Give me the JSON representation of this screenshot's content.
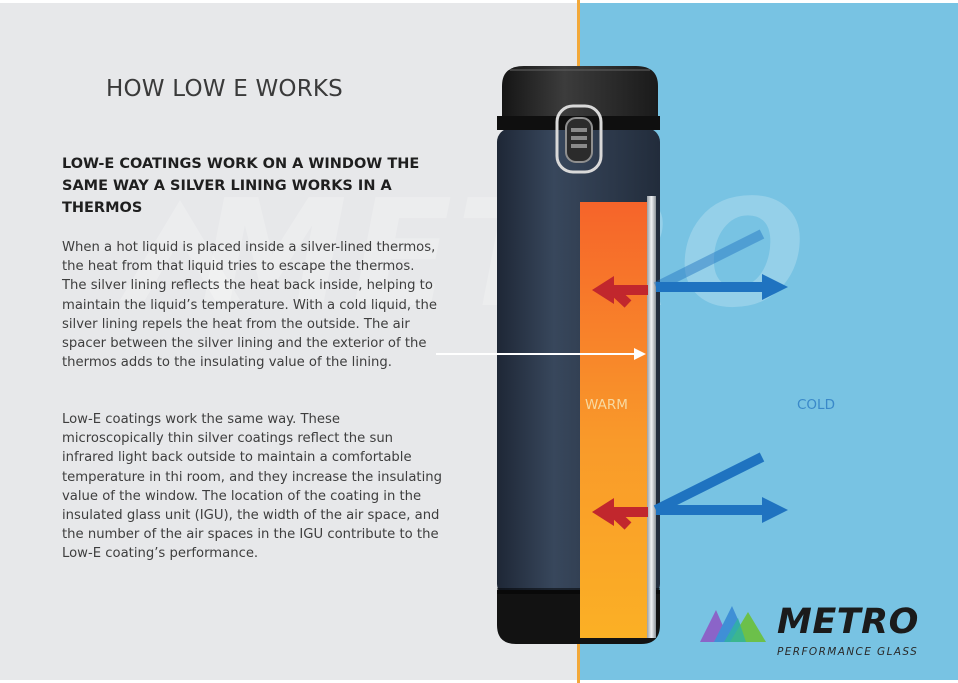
{
  "heading": "HOW LOW E WORKS",
  "subheading": "LOW-E COATINGS WORK ON A WINDOW THE SAME WAY A SILVER LINING WORKS IN A THERMOS",
  "paragraphs": [
    "When a hot liquid is placed inside a silver-lined thermos, the heat from that liquid tries to escape the thermos. The silver lining reflects the heat back inside, helping to maintain the liquid’s temperature. With a cold liquid, the silver lining repels the heat from the outside. The air spacer between the silver lining and the exterior of the thermos adds to the insulating value of the lining.",
    "Low-E coatings work the same way. These microscopically thin silver coatings reflect the sun infrared light back outside to maintain a comfortable temperature in thi room, and they increase the insulating value of the window. The location of the coating in the insulated glass unit (IGU), the width of the air space, and the number of the air spaces in the IGU contribute to the Low-E coating’s performance."
  ],
  "labels": {
    "warm": "WARM",
    "cold": "COLD"
  },
  "watermark": "METRO",
  "logo": {
    "word": "METRO",
    "tagline": "PERFORMANCE GLASS"
  },
  "colors": {
    "left_background": "#e7e8ea",
    "right_background": "#78c3e3",
    "divider": "#f2a83a",
    "warm_top": "#f6642a",
    "warm_bottom": "#fbb025",
    "heat_arrow": "#c1272d",
    "cold_arrow": "#1f73c0",
    "thermos_body": "#2e3a4e"
  },
  "icons": [
    "heat-reflect-arrow-icon",
    "cold-reflect-arrow-icon",
    "pointer-arrow-icon",
    "metro-logo-icon"
  ]
}
